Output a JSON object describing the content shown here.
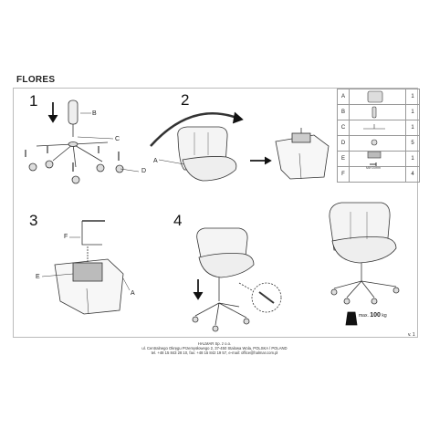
{
  "title": "FLORES",
  "steps": [
    "1",
    "2",
    "3",
    "4"
  ],
  "labels": {
    "A": "A",
    "B": "B",
    "C": "C",
    "D": "D",
    "E": "E",
    "F": "F"
  },
  "parts": [
    {
      "letter": "A",
      "qty": "1",
      "icon": "chair-seat-icon"
    },
    {
      "letter": "B",
      "qty": "1",
      "icon": "gas-lift-icon"
    },
    {
      "letter": "C",
      "qty": "1",
      "icon": "star-base-icon"
    },
    {
      "letter": "D",
      "qty": "5",
      "icon": "caster-icon"
    },
    {
      "letter": "E",
      "qty": "1",
      "icon": "mechanism-icon"
    },
    {
      "letter": "F",
      "qty": "4",
      "icon": "bolt-icon"
    }
  ],
  "bolt_size": "M6*20mm",
  "max_weight": {
    "prefix": "max.",
    "value": "100",
    "unit": "kg"
  },
  "version": "v. 1",
  "footer": {
    "company": "HALMAR Sp. z o.o.",
    "address": "ul. Centralnego Okręgu Przemysłowego 2, 37-450 Stalowa Wola, POLSKA / POLAND",
    "contact": "tel. +48 15 843 28 10, fax: +48 15 842 19 57, e-mail: office@halmar.com.pl"
  }
}
